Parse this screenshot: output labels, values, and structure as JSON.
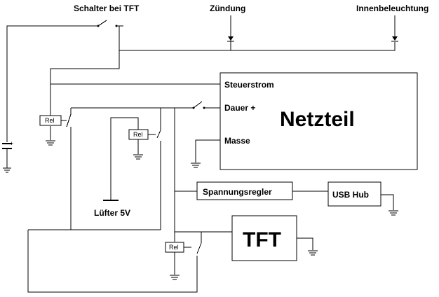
{
  "labels": {
    "switch_tft": "Schalter bei TFT",
    "ignition": "Zündung",
    "interior_light": "Innenbeleuchtung",
    "control_current": "Steuerstrom",
    "permanent_plus": "Dauer +",
    "ground": "Masse",
    "power_supply": "Netzteil",
    "voltage_regulator": "Spannungsregler",
    "usb_hub": "USB Hub",
    "fan": "Lüfter 5V",
    "tft": "TFT",
    "relay": "Rel",
    "battery_plus": "+"
  }
}
